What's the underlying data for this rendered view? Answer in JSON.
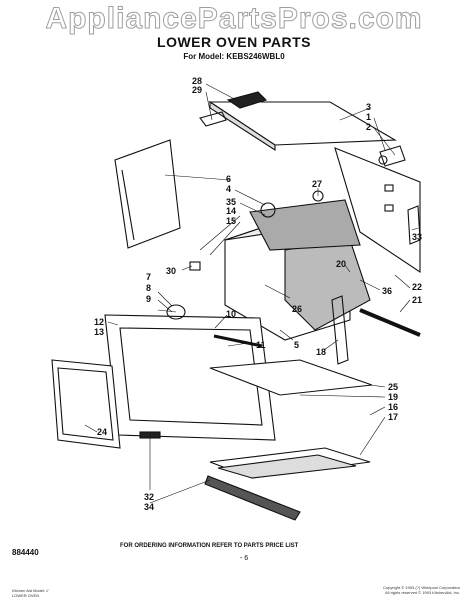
{
  "watermark": "AppliancePartsPros.com",
  "title": "LOWER OVEN PARTS",
  "subtitle": "For Model: KEBS246WBL0",
  "footer": "FOR ORDERING INFORMATION REFER TO PARTS PRICE LIST",
  "page_number": "- 6",
  "doc_number": "884440",
  "small_left": [
    "Kitchen Aid Model: //",
    "LOWER OVEN"
  ],
  "small_right": [
    "Copyright © 1993 (?) Whirlpool Corporation",
    "All rights reserved © 1993 KitchenAid, Inc."
  ],
  "callouts": [
    {
      "id": "28",
      "text": "28"
    },
    {
      "id": "29",
      "text": "29"
    },
    {
      "id": "3",
      "text": "3"
    },
    {
      "id": "1",
      "text": "1"
    },
    {
      "id": "2",
      "text": "2"
    },
    {
      "id": "6",
      "text": "6"
    },
    {
      "id": "4",
      "text": "4"
    },
    {
      "id": "35",
      "text": "35"
    },
    {
      "id": "27",
      "text": "27"
    },
    {
      "id": "14",
      "text": "14"
    },
    {
      "id": "15",
      "text": "15"
    },
    {
      "id": "33",
      "text": "33"
    },
    {
      "id": "30",
      "text": "30"
    },
    {
      "id": "7",
      "text": "7"
    },
    {
      "id": "8",
      "text": "8"
    },
    {
      "id": "9",
      "text": "9"
    },
    {
      "id": "20",
      "text": "20"
    },
    {
      "id": "36",
      "text": "36"
    },
    {
      "id": "22",
      "text": "22"
    },
    {
      "id": "21",
      "text": "21"
    },
    {
      "id": "26",
      "text": "26"
    },
    {
      "id": "10",
      "text": "10"
    },
    {
      "id": "12",
      "text": "12"
    },
    {
      "id": "13",
      "text": "13"
    },
    {
      "id": "5",
      "text": "5"
    },
    {
      "id": "11",
      "text": "11"
    },
    {
      "id": "18",
      "text": "18"
    },
    {
      "id": "25",
      "text": "25"
    },
    {
      "id": "19",
      "text": "19"
    },
    {
      "id": "16",
      "text": "16"
    },
    {
      "id": "17",
      "text": "17"
    },
    {
      "id": "24",
      "text": "24"
    },
    {
      "id": "32",
      "text": "32"
    },
    {
      "id": "34",
      "text": "34"
    }
  ]
}
